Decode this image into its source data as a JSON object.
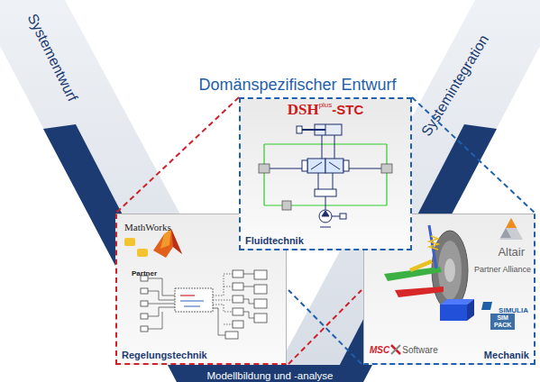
{
  "diagram": {
    "title": "Domänspezifischer Entwurf",
    "nodes": [
      {
        "text": [
          "Systementwurf"
        ]
      },
      {
        "text": [
          "Systemintegration"
        ]
      },
      {
        "text": [
          "Fluidtechnik"
        ]
      },
      {
        "text": [
          "Regelungstechnik"
        ]
      },
      {
        "text": [
          "Mechanik"
        ]
      },
      {
        "text": [
          "Modellbildung und -analyse"
        ]
      }
    ],
    "edges": [
      {
        "from": 2,
        "to": 3,
        "arrow": "none"
      },
      {
        "from": 2,
        "to": 4,
        "arrow": "none"
      }
    ],
    "labels": [
      "DSH",
      "plus",
      "-STC",
      "MathWorks",
      "Partner",
      "Altair",
      "Partner Alliance",
      "SIMULIA",
      "SIM",
      "PACK",
      "MSC",
      "Software"
    ]
  }
}
